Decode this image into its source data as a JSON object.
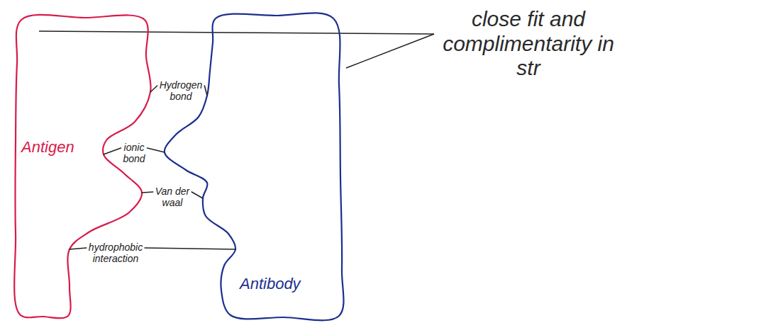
{
  "diagram": {
    "nodes": [
      {
        "text": [
          "Antigen"
        ]
      },
      {
        "text": [
          "Antibody"
        ]
      }
    ],
    "edges": [
      {
        "from": 0,
        "to": 1,
        "arrow": "none",
        "label": "Hydrogen bond"
      },
      {
        "from": 0,
        "to": 1,
        "arrow": "none",
        "label": "ionic bond"
      },
      {
        "from": 0,
        "to": 1,
        "arrow": "none",
        "label": "Van der waal"
      },
      {
        "from": 0,
        "to": 1,
        "arrow": "none",
        "label": "hydrophobic interaction"
      }
    ],
    "labels": [
      "close fit and complimentarity in str"
    ]
  }
}
